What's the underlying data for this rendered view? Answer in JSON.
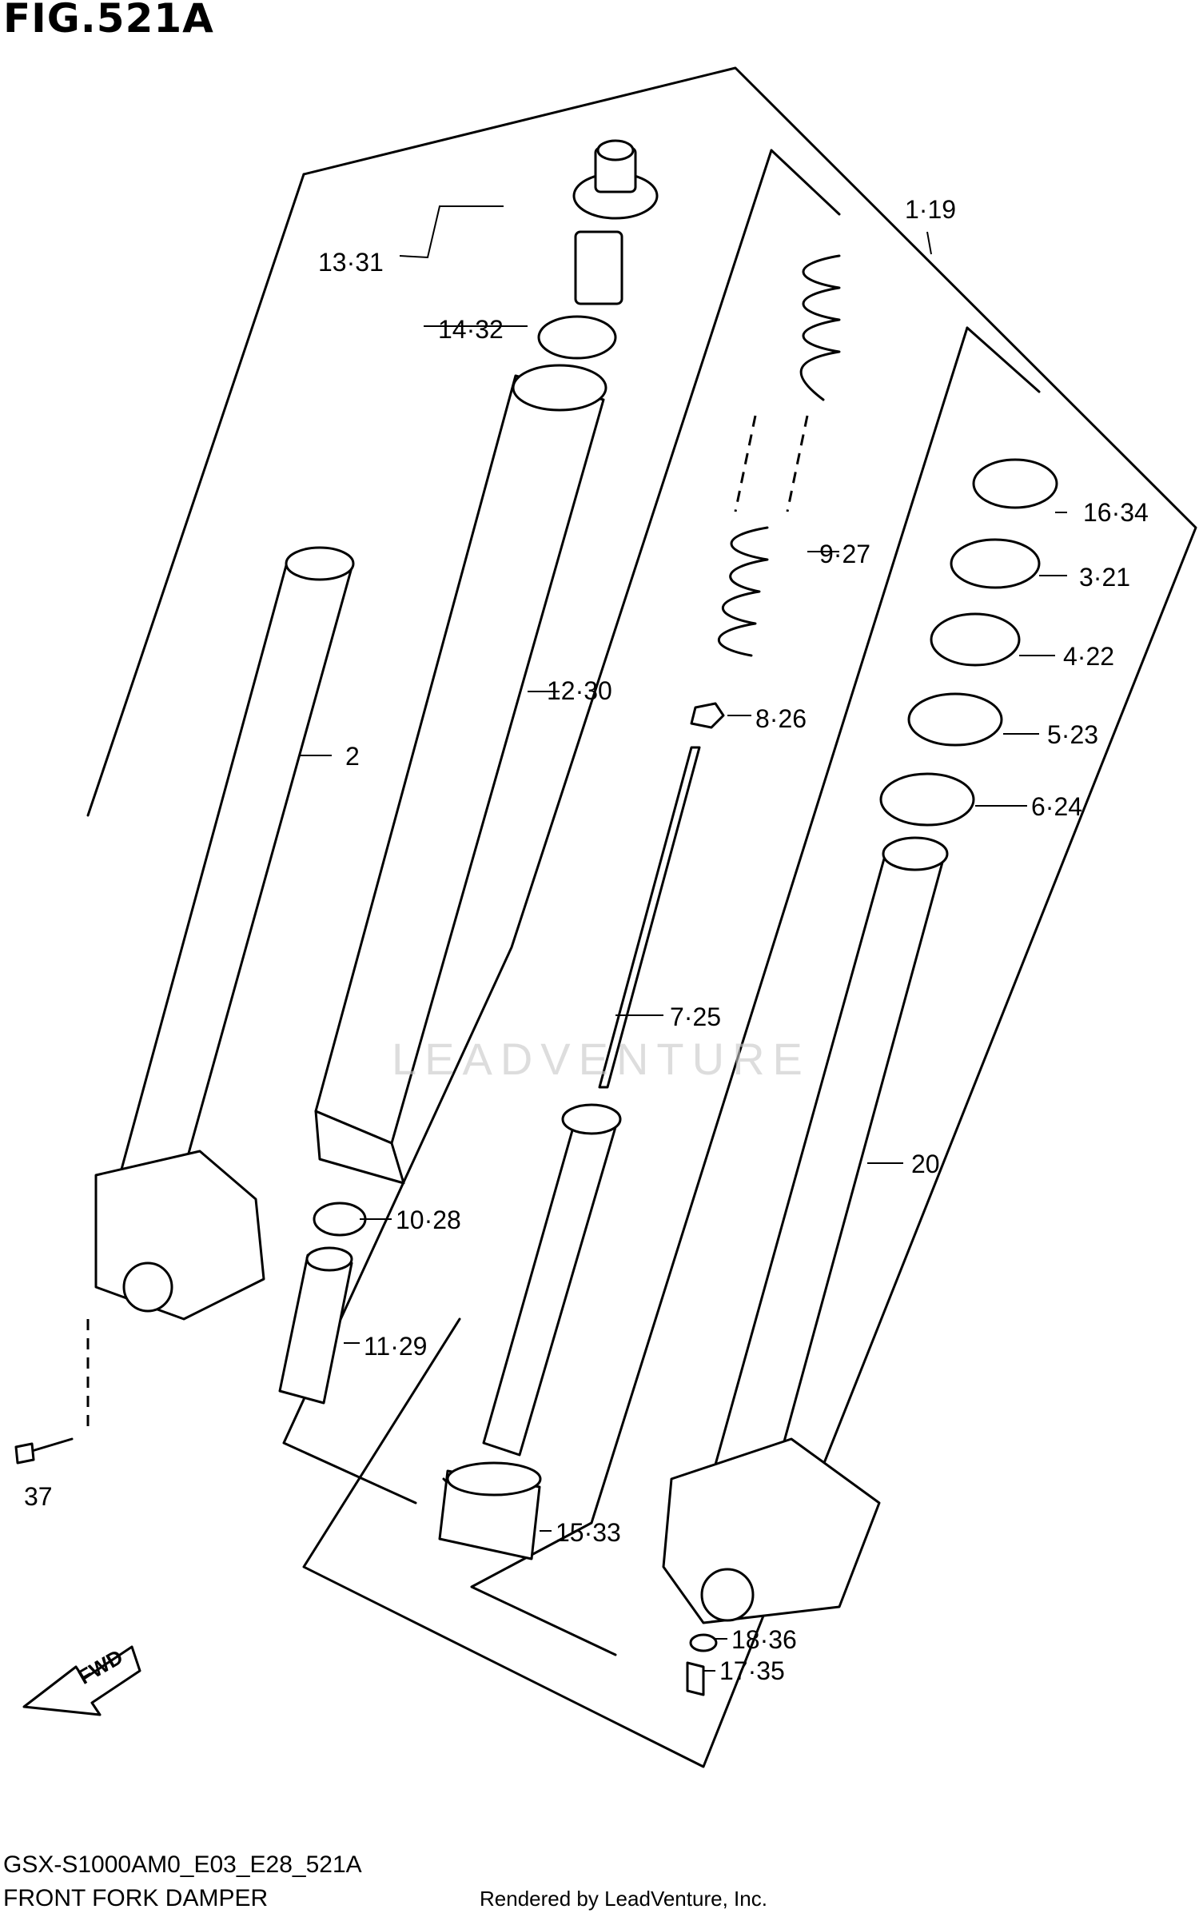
{
  "figure": {
    "title": "FIG.521A",
    "model_code": "GSX-S1000AM0_E03_E28_521A",
    "name": "FRONT FORK DAMPER",
    "rendered_by": "Rendered by LeadVenture, Inc.",
    "watermark": "LEADVENTURE"
  },
  "callouts": {
    "c1": "1·19",
    "c2": "2",
    "c3": "3·21",
    "c4": "4·22",
    "c5": "5·23",
    "c6": "6·24",
    "c7": "7·25",
    "c8": "8·26",
    "c9": "9·27",
    "c10": "10·28",
    "c11": "11·29",
    "c12": "12·30",
    "c13": "13·31",
    "c14": "14·32",
    "c15": "15·33",
    "c16": "16·34",
    "c17": "17·35",
    "c18": "18·36",
    "c20": "20",
    "c37": "37",
    "fwd": "FWD"
  }
}
